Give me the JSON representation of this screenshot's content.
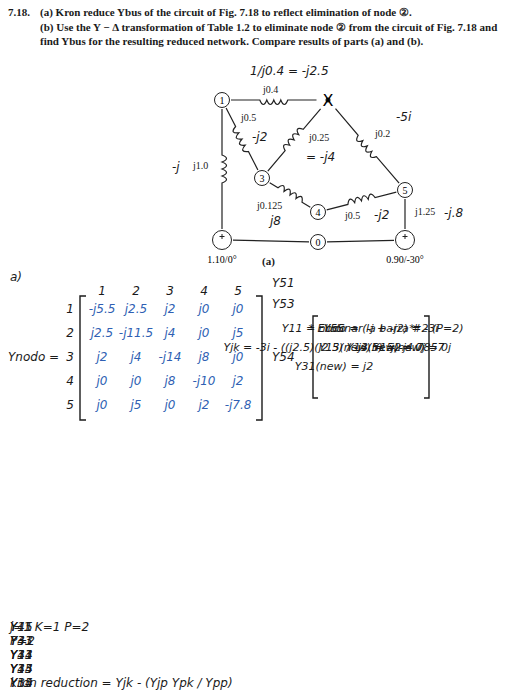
{
  "diagram": {
    "nodes": [
      {
        "text": [
          "1"
        ]
      },
      {
        "text": [
          "X"
        ]
      },
      {
        "text": [
          "3"
        ]
      },
      {
        "text": [
          "4"
        ]
      },
      {
        "text": [
          "5"
        ]
      },
      {
        "text": [
          "1.10/0°"
        ]
      },
      {
        "text": [
          "0.90/-30°"
        ]
      },
      {
        "text": [
          "0"
        ]
      }
    ],
    "edges": [
      {
        "from": 0,
        "to": 1,
        "arrow": "none",
        "label": "j0.4"
      },
      {
        "from": 0,
        "to": 2,
        "arrow": "none",
        "label": "j0.5"
      },
      {
        "from": 1,
        "to": 2,
        "arrow": "none",
        "label": "j0.25"
      },
      {
        "from": 1,
        "to": 4,
        "arrow": "none",
        "label": "j0.2"
      },
      {
        "from": 2,
        "to": 3,
        "arrow": "none",
        "label": "j0.125"
      },
      {
        "from": 3,
        "to": 4,
        "arrow": "none",
        "label": "j0.5"
      },
      {
        "from": 0,
        "to": 5,
        "arrow": "none",
        "label": "j1.0"
      },
      {
        "from": 4,
        "to": 6,
        "arrow": "none",
        "label": "j1.25"
      },
      {
        "from": 5,
        "to": 7,
        "arrow": "none"
      },
      {
        "from": 6,
        "to": 7,
        "arrow": "none"
      }
    ],
    "labels": [
      "7.18.",
      "(a) Kron reduce Ybus of the circuit of Fig. 7.18 to reflect elimination of node ②.",
      "(b) Use the Y − Δ transformation of Table 1.2 to eliminate node ② from the circuit of Fig. 7.18 and find Ybus for the resulting reduced network. Compare results of parts (a) and (b).",
      "1/j0.4 = -j2.5",
      "-j2",
      "= -j4",
      "-5i",
      "-j",
      "j8",
      "-j2",
      "-j.8",
      "(a)",
      "a)",
      "Ynodo =",
      "1",
      "2",
      "3",
      "4",
      "5",
      "1",
      "2",
      "3",
      "4",
      "5",
      "-j5.5",
      "j2.5",
      "j2",
      "j0",
      "j0",
      "j2.5",
      "-j11.5",
      "j4",
      "j0",
      "j5",
      "j2",
      "j4",
      "-j14",
      "j8",
      "j0",
      "j0",
      "j0",
      "j8",
      "-j10",
      "j2",
      "j0",
      "j5",
      "j0",
      "j2",
      "-j7.8",
      "kron reduction = Yjk - (Yjp Ypk / Ypp)",
      "j=1  K=1  P=2",
      "P=2",
      "Y11",
      "Y13",
      "Y14",
      "Y15",
      "Y31",
      "Y33",
      "Y34",
      "Y35",
      "Y41",
      "Y43",
      "Y44",
      "Y45",
      "Y51",
      "Y53",
      "Y54",
      "Y55",
      "Y11 = nodo = (-j + -j2) = -3i",
      "* Eliminar la barra #2 (P=2)",
      "*",
      "Yjk = -3i - ((j2.5)(j2.5) / -j3.5) = -j4.7857",
      "Y13(new) = -j2",
      "Y14(new) = 0j",
      "Y15(new) = 0j",
      "Y31(new) = j2"
    ]
  }
}
